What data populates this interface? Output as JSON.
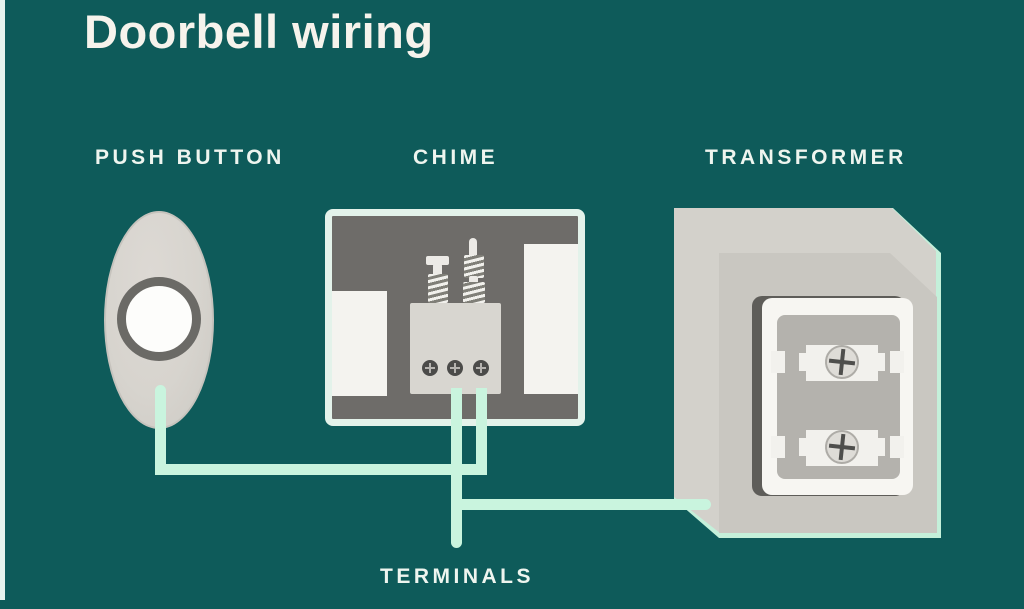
{
  "title": "Doorbell wiring",
  "labels": {
    "push_button": "PUSH BUTTON",
    "chime": "CHIME",
    "transformer": "TRANSFORMER",
    "terminals": "TERMINALS"
  },
  "colors": {
    "background_teal": "#0e5b5a",
    "wire_mint": "#c9f4de",
    "text_off_white": "#f6f3ec",
    "chime_outline": "#e3f2ea",
    "chime_interior_gray": "#6e6c69",
    "component_light_gray": "#d8d5cf",
    "transformer_face": "#d3d1cb",
    "screw_dark": "#4b4b49"
  },
  "diagram": {
    "type": "wiring",
    "components": [
      {
        "id": "push-button",
        "label": "PUSH BUTTON",
        "depiction": "oval doorbell button with round white push surface"
      },
      {
        "id": "chime",
        "label": "CHIME",
        "depiction": "chime unit with two tone bars, two solenoid plunger springs and three screw terminals"
      },
      {
        "id": "transformer",
        "label": "TRANSFORMER",
        "depiction": "transformer box with terminal panel holding two screw terminals"
      }
    ],
    "wires": [
      "push button down and right to chime right screw terminal",
      "chime middle screw terminal down and right into transformer lower-left corner",
      "leader line from chime middle terminal straight down to the TERMINALS label"
    ]
  }
}
